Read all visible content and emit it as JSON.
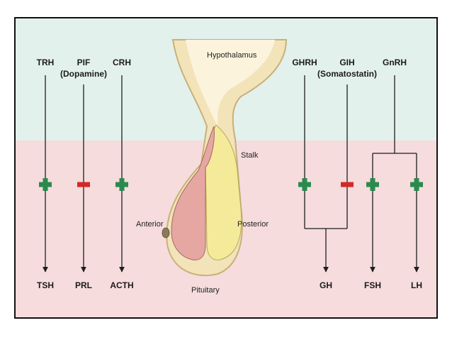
{
  "colors": {
    "top_band": "#e3f1ec",
    "bottom_band": "#f6dcdc",
    "stimulate": "#2a8a4e",
    "inhibit": "#d42727",
    "anterior_lobe": "#e6a6a2",
    "posterior_lobe": "#f4ea9a",
    "tissue_outline": "#c8b07a",
    "line": "#1e1e1e"
  },
  "hormones_top": {
    "trh": "TRH",
    "pif": "PIF",
    "pif_sub": "(Dopamine)",
    "crh": "CRH",
    "ghrh": "GHRH",
    "gih": "GIH",
    "gih_sub": "(Somatostatin)",
    "gnrh": "GnRH"
  },
  "hormones_bottom": {
    "tsh": "TSH",
    "prl": "PRL",
    "acth": "ACTH",
    "gh": "GH",
    "fsh": "FSH",
    "lh": "LH"
  },
  "anatomy": {
    "hypothalamus": "Hypothalamus",
    "stalk": "Stalk",
    "anterior": "Anterior",
    "posterior": "Posterior",
    "pituitary": "Pituitary"
  },
  "effects": {
    "trh": "stimulate",
    "pif": "inhibit",
    "crh": "stimulate",
    "ghrh": "stimulate",
    "gih": "inhibit",
    "gnrh_fsh": "stimulate",
    "gnrh_lh": "stimulate"
  }
}
